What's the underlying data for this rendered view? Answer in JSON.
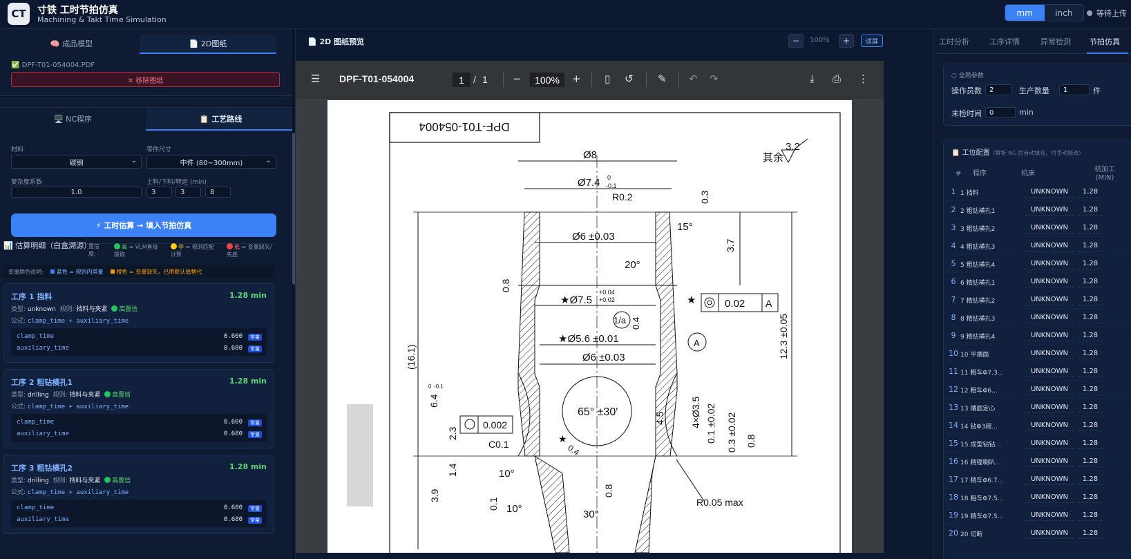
{
  "app": {
    "logo": "CT",
    "title": "寸铁  工时节拍仿真",
    "subtitle": "Machining & Takt Time Simulation"
  },
  "units": {
    "mm": "mm",
    "inch": "inch",
    "selected": "mm"
  },
  "status": {
    "label": "等待上传",
    "color": "#94a3b8"
  },
  "left": {
    "tabs1": [
      {
        "icon": "🧠",
        "label": "成品模型"
      },
      {
        "icon": "📄",
        "label": "2D图纸",
        "active": true
      }
    ],
    "pdf_name": "✅ DPF-T01-054004.PDF",
    "remove_label": "✕ 移除图纸",
    "tabs2": [
      {
        "icon": "🖥️",
        "label": "NC程序"
      },
      {
        "icon": "📋",
        "label": "工艺路线",
        "active": true
      }
    ],
    "form": {
      "material_label": "材料",
      "material_value": "碳钢",
      "size_label": "零件尺寸",
      "size_value": "中件 (80~300mm)",
      "complexity_label": "复杂度系数",
      "complexity_value": "1.0",
      "load_label": "上料/下料/转运 (min)",
      "load_values": [
        "3",
        "3",
        "8"
      ]
    },
    "estimate_button": "⚡ 工时估算 → 填入节拍仿真",
    "breakdown_title": "📊 估算明细（白盒溯源）",
    "confidence_label": "置信度:",
    "confidence": [
      {
        "level": "高",
        "desc": "= VLM直接提取",
        "color": "#22c55e"
      },
      {
        "level": "中",
        "desc": "= 规则匹配计算",
        "color": "#facc15"
      },
      {
        "level": "低",
        "desc": "= 变量缺失/先底",
        "color": "#ef4444"
      }
    ],
    "var_legend": {
      "label": "变量颜色说明:",
      "blue": "蓝色 = 规则内常量",
      "orange": "橙色 = 变量缺失，已用默认值替代",
      "blue_color": "#3b82f6",
      "orange_color": "#f59e0b"
    },
    "type_label": "类型:",
    "rule_label": "规则:",
    "formula_label": "公式:",
    "cards": [
      {
        "title": "工序 1 挡料",
        "minutes": "1.28 min",
        "type": "unknown",
        "rule": "挡料与夹紧",
        "conf": "高置信",
        "formula": "clamp_time + auxiliary_time",
        "rows": [
          {
            "name": "clamp_time",
            "value": "0.600",
            "badge": "常量"
          },
          {
            "name": "auxiliary_time",
            "value": "0.680",
            "badge": "常量"
          }
        ]
      },
      {
        "title": "工序 2 粗钻横孔1",
        "minutes": "1.28 min",
        "type": "drilling",
        "rule": "挡料与夹紧",
        "conf": "高置信",
        "formula": "clamp_time + auxiliary_time",
        "rows": [
          {
            "name": "clamp_time",
            "value": "0.600",
            "badge": "常量"
          },
          {
            "name": "auxiliary_time",
            "value": "0.680",
            "badge": "常量"
          }
        ]
      },
      {
        "title": "工序 3 粗钻横孔2",
        "minutes": "1.28 min",
        "type": "drilling",
        "rule": "挡料与夹紧",
        "conf": "高置信",
        "formula": "clamp_time + auxiliary_time",
        "rows": [
          {
            "name": "clamp_time",
            "value": "0.600",
            "badge": "常量"
          },
          {
            "name": "auxiliary_time",
            "value": "0.680",
            "badge": "常量"
          }
        ]
      }
    ]
  },
  "center": {
    "title": "📄 2D 图纸预览",
    "zoom_minus": "−",
    "zoom_label": "100%",
    "zoom_plus": "+",
    "fit_label": "适屏",
    "viewer": {
      "doc_name": "DPF-T01-054004",
      "page": "1",
      "page_sep": "/",
      "pages": "1",
      "zoom": "100%"
    },
    "drawing": {
      "title_block": "DPF-T01-054004",
      "rest_roughness": "其余",
      "roughness_val": "3.2",
      "d8": "Ø8",
      "d74": "Ø7.4",
      "d74_tol_up": "0",
      "d74_tol_dn": "-0.1",
      "r02": "R0.2",
      "d03": "0.3",
      "d6a": "Ø6 ±0.03",
      "ang15": "15°",
      "len37": "3.7",
      "ang20": "20°",
      "r08": "0.8",
      "d75": "★Ø7.5",
      "d75_tol_up": "+0.04",
      "d75_tol_dn": "+0.02",
      "fcf_star": "★",
      "fcf_val": "0.02",
      "fcf_ref": "A",
      "rough_1a": "1/a",
      "r04": "0.4",
      "d56": "★Ø5.6 ±0.01",
      "datum_a": "A",
      "d6b": "Ø6 ±0.03",
      "len123": "12.3 ±0.05",
      "len161": "(16.1)",
      "len64": "6.4",
      "len64_tol_up": "0",
      "len64_tol_dn": "-0.1",
      "ang65": "65° ±30′",
      "len45": "4.5",
      "holes": "4×Ø3.5",
      "pos01": "0.1 ±0.02",
      "pos03": "0.3 ±0.02",
      "pos08": "0.8",
      "circ": "0.002",
      "len23": "2.3",
      "c01": "C0.1",
      "star04": "★",
      "r04b": "0.4",
      "len14": "1.4",
      "ang10a": "10°",
      "len39": "3.9",
      "len01": "0.1",
      "ang10b": "10°",
      "ang30": "30°",
      "r08b": "0.8",
      "r005": "R0.05 max"
    }
  },
  "right": {
    "tabs": [
      "工时分析",
      "工序详情",
      "异常检测",
      "节拍仿真"
    ],
    "active_tab": 3,
    "global_title": "○ 全局参数",
    "operators_label": "操作员数",
    "operators_value": "2",
    "qty_label": "生产数量",
    "qty_value": "1",
    "qty_unit": "件",
    "inspect_label": "末检时间",
    "inspect_value": "0",
    "inspect_unit": "min",
    "station_title": "📋 工位配置",
    "station_hint": "（解析 NC 后自动填充，可手动修改）",
    "cols": [
      "#",
      "程序",
      "机床",
      "机加工\n(MIN)"
    ],
    "stations": [
      {
        "n": "1",
        "p": "1 挡料",
        "m": "UNKNOWN",
        "t": "1.28"
      },
      {
        "n": "2",
        "p": "2 粗钻横孔1",
        "m": "UNKNOWN",
        "t": "1.28"
      },
      {
        "n": "3",
        "p": "3 粗钻横孔2",
        "m": "UNKNOWN",
        "t": "1.28"
      },
      {
        "n": "4",
        "p": "4 粗钻横孔3",
        "m": "UNKNOWN",
        "t": "1.28"
      },
      {
        "n": "5",
        "p": "5 粗钻横孔4",
        "m": "UNKNOWN",
        "t": "1.28"
      },
      {
        "n": "6",
        "p": "6 精钻横孔1",
        "m": "UNKNOWN",
        "t": "1.28"
      },
      {
        "n": "7",
        "p": "7 精钻横孔2",
        "m": "UNKNOWN",
        "t": "1.28"
      },
      {
        "n": "8",
        "p": "8 精钻横孔3",
        "m": "UNKNOWN",
        "t": "1.28"
      },
      {
        "n": "9",
        "p": "9 精钻横孔4",
        "m": "UNKNOWN",
        "t": "1.28"
      },
      {
        "n": "10",
        "p": "10 平端面",
        "m": "UNKNOWN",
        "t": "1.28"
      },
      {
        "n": "11",
        "p": "11 粗车Φ7.3...",
        "m": "UNKNOWN",
        "t": "1.28"
      },
      {
        "n": "12",
        "p": "12 粗车Φ6...",
        "m": "UNKNOWN",
        "t": "1.28"
      },
      {
        "n": "13",
        "p": "13 端面定心",
        "m": "UNKNOWN",
        "t": "1.28"
      },
      {
        "n": "14",
        "p": "14 钻Φ3阀...",
        "m": "UNKNOWN",
        "t": "1.28"
      },
      {
        "n": "15",
        "p": "15 成型钻钻...",
        "m": "UNKNOWN",
        "t": "1.28"
      },
      {
        "n": "16",
        "p": "16 精镗喇叭...",
        "m": "UNKNOWN",
        "t": "1.28"
      },
      {
        "n": "17",
        "p": "17 精车Φ6.7...",
        "m": "UNKNOWN",
        "t": "1.28"
      },
      {
        "n": "18",
        "p": "18 粗车Φ7.5...",
        "m": "UNKNOWN",
        "t": "1.28"
      },
      {
        "n": "19",
        "p": "19 精车Φ7.5...",
        "m": "UNKNOWN",
        "t": "1.28"
      },
      {
        "n": "20",
        "p": "20 切断",
        "m": "UNKNOWN",
        "t": "1.28"
      }
    ]
  }
}
